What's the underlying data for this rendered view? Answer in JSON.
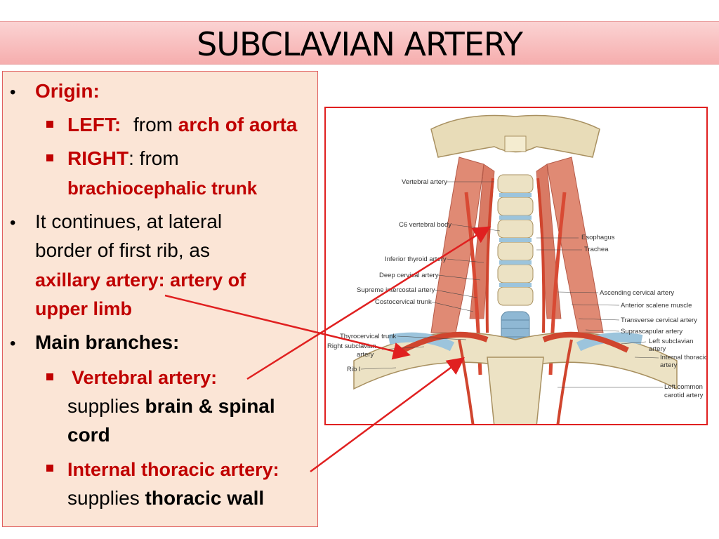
{
  "title": "SUBCLAVIAN ARTERY",
  "panel": {
    "origin_label": "Origin:",
    "left_label": "LEFT:",
    "left_from": "from",
    "left_value": "arch of aorta",
    "right_label": "RIGHT",
    "right_from": ": from",
    "right_value": "brachiocephalic trunk",
    "continues_line1": "It continues, at lateral",
    "continues_line2": "border of first rib, as",
    "continues_red_line1": "axillary artery: artery of",
    "continues_red_line2": "upper limb",
    "branches_label": "Main branches:",
    "vertebral_label": "Vertebral artery:",
    "vertebral_supplies": "supplies",
    "vertebral_target_line1": "brain & spinal",
    "vertebral_target_line2": "cord",
    "thoracic_label": "Internal thoracic artery:",
    "thoracic_supplies": "supplies",
    "thoracic_target": "thoracic wall"
  },
  "diagram": {
    "labels_left": [
      "Vertebral artery",
      "C6 vertebral body",
      "Inferior thyroid artery",
      "Deep cervical artery",
      "Supreme intercostal artery",
      "Costocervical trunk",
      "Thyrocervical trunk",
      "Right subclavian",
      "artery",
      "Rib I"
    ],
    "labels_right": [
      "Esophagus",
      "Trachea",
      "Ascending cervical artery",
      "Anterior scalene muscle",
      "Transverse cervical artery",
      "Suprascapular artery",
      "Left subclavian",
      "artery",
      "Internal thoracic",
      "artery",
      "Left common",
      "carotid artery"
    ]
  },
  "colors": {
    "accent_red": "#c00000",
    "panel_bg": "#fbe5d6",
    "title_bg": "#f6aeae",
    "arrow": "#e02020"
  }
}
